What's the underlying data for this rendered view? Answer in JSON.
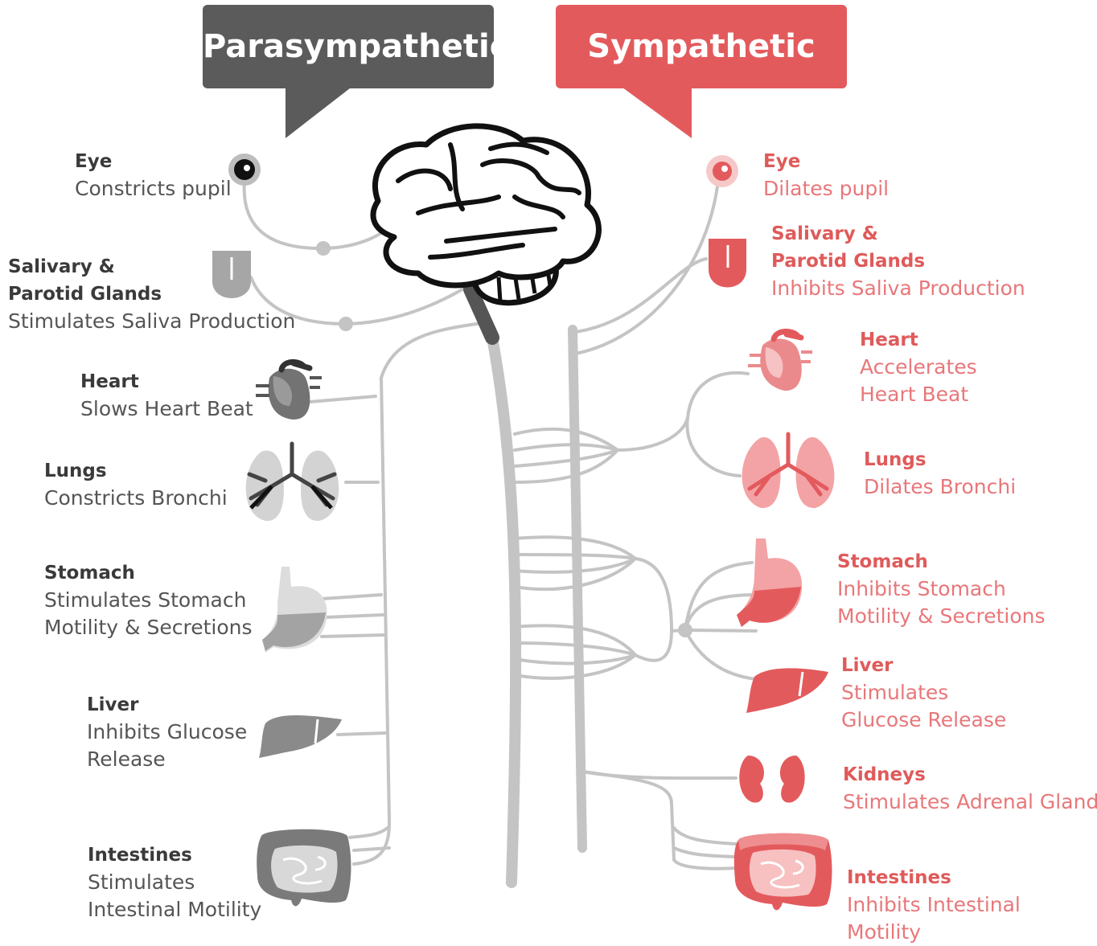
{
  "colors": {
    "parasympathetic": "#5b5b5b",
    "sympathetic": "#e35a5d",
    "nerve": "#c4c4c4"
  },
  "headers": {
    "parasympathetic": "Parasympathetic",
    "sympathetic": "Sympathetic"
  },
  "parasympathetic": {
    "eye": {
      "title": "Eye",
      "desc": "Constricts pupil"
    },
    "salivary": {
      "title1": "Salivary &",
      "title2": "Parotid Glands",
      "desc": "Stimulates Saliva Production"
    },
    "heart": {
      "title": "Heart",
      "desc": "Slows Heart Beat"
    },
    "lungs": {
      "title": "Lungs",
      "desc": "Constricts Bronchi"
    },
    "stomach": {
      "title": "Stomach",
      "desc1": "Stimulates Stomach",
      "desc2": "Motility & Secretions"
    },
    "liver": {
      "title": "Liver",
      "desc1": "Inhibits Glucose",
      "desc2": "Release"
    },
    "intestines": {
      "title": "Intestines",
      "desc1": "Stimulates",
      "desc2": "Intestinal Motility"
    }
  },
  "sympathetic": {
    "eye": {
      "title": "Eye",
      "desc": "Dilates pupil"
    },
    "salivary": {
      "title1": "Salivary &",
      "title2": "Parotid Glands",
      "desc": "Inhibits Saliva Production"
    },
    "heart": {
      "title": "Heart",
      "desc1": "Accelerates",
      "desc2": "Heart Beat"
    },
    "lungs": {
      "title": "Lungs",
      "desc": "Dilates Bronchi"
    },
    "stomach": {
      "title": "Stomach",
      "desc1": "Inhibits Stomach",
      "desc2": "Motility & Secretions"
    },
    "liver": {
      "title": "Liver",
      "desc1": "Stimulates",
      "desc2": "Glucose Release"
    },
    "kidneys": {
      "title": "Kidneys",
      "desc": "Stimulates Adrenal Gland"
    },
    "intestines": {
      "title": "Intestines",
      "desc1": "Inhibits Intestinal",
      "desc2": "Motility"
    }
  }
}
